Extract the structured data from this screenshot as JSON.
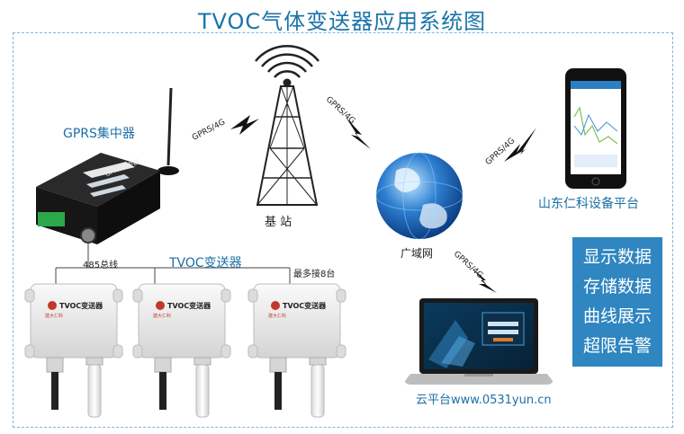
{
  "title": "TVOC气体变送器应用系统图",
  "concentrator": {
    "label": "GPRS集中器",
    "device_text": "GPRS集中器"
  },
  "base_station": {
    "label": "基 站"
  },
  "wan": {
    "label": "广域网"
  },
  "platform": {
    "label": "山东仁科设备平台"
  },
  "cloud": {
    "label": "云平台www.0531yun.cn"
  },
  "bus": {
    "label": "485总线",
    "max_label": "最多接8台"
  },
  "transmitters": {
    "label": "TVOC变送器",
    "device_label": "TVOC变送器",
    "logo_text": "建大仁科"
  },
  "signals": [
    "GPRS/4G",
    "GPRS/4G",
    "GPRS/4G",
    "GPRS/4G"
  ],
  "features": [
    "显示数据",
    "存储数据",
    "曲线展示",
    "超限告警"
  ],
  "colors": {
    "title": "#1b74a8",
    "label": "#1b6fa6",
    "panel": "#2f86c0",
    "bolt": "#111111"
  }
}
